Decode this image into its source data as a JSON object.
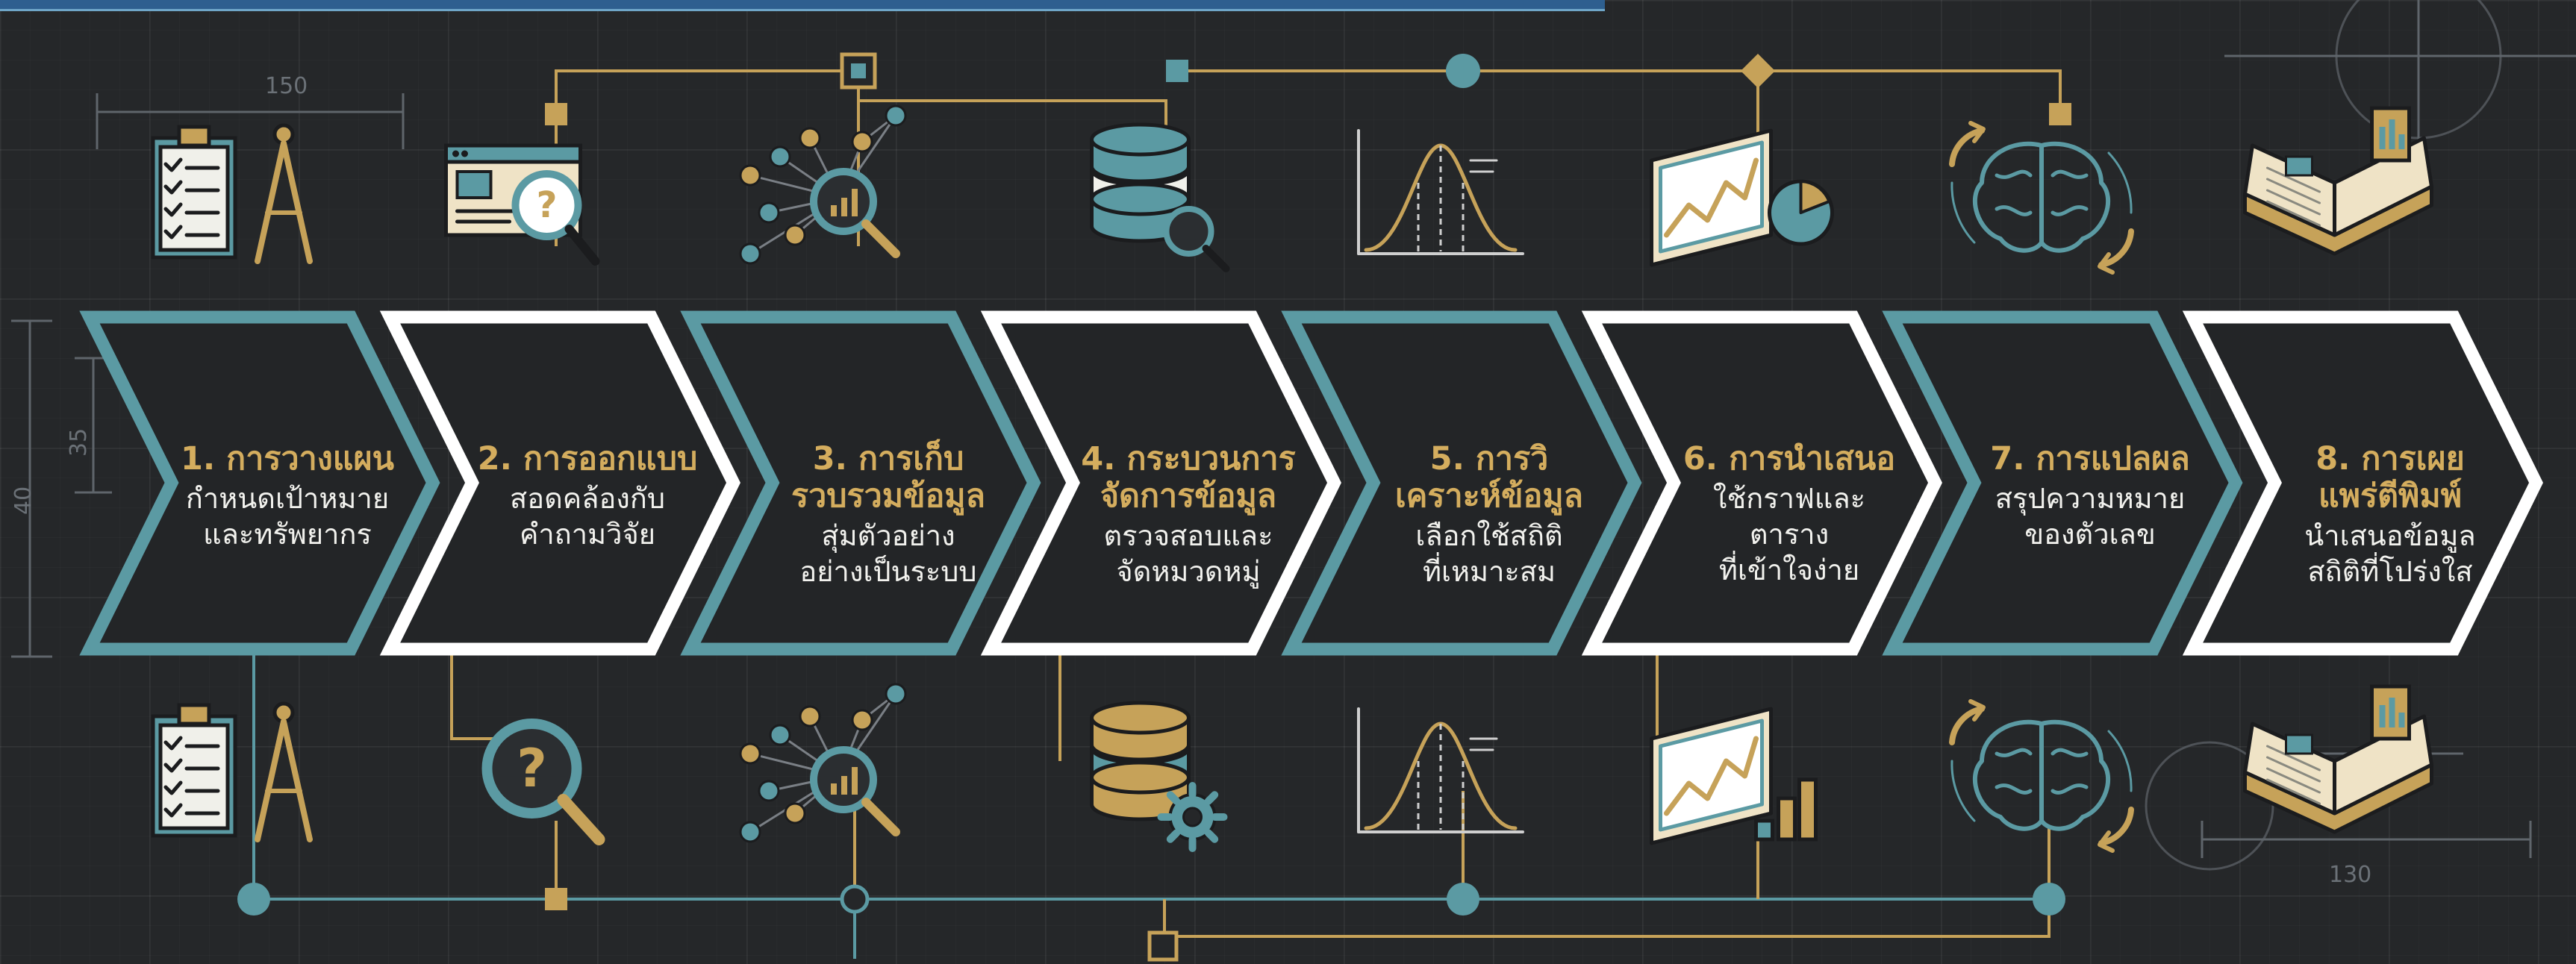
{
  "dimensions": {
    "top_left": "150",
    "left_outer": "40",
    "left_inner": "35",
    "bottom_right": "130"
  },
  "colors": {
    "teal": "#5b9aa3",
    "gold": "#c6a259",
    "white": "#ffffff",
    "cream": "#efe3c6",
    "dark": "#252729"
  },
  "steps": [
    {
      "title": "1. การวางแผน",
      "desc": "กำหนดเป้าหมาย\nและทรัพยากร",
      "outline": "teal",
      "icon_top": "clipboard-compass-icon",
      "icon_bottom": "clipboard-compass-icon"
    },
    {
      "title": "2. การออกแบบ",
      "desc": "สอดคล้องกับ\nคำถามวิจัย",
      "outline": "white",
      "icon_top": "browser-question-icon",
      "icon_bottom": "magnifier-question-icon"
    },
    {
      "title": "3. การเก็บ\nรวบรวมข้อมูล",
      "desc": "สุ่มตัวอย่าง\nอย่างเป็นระบบ",
      "outline": "teal",
      "icon_top": "network-magnifier-icon",
      "icon_bottom": "network-magnifier-icon"
    },
    {
      "title": "4. กระบวนการ\nจัดการข้อมูล",
      "desc": "ตรวจสอบและ\nจัดหมวดหมู่",
      "outline": "white",
      "icon_top": "database-search-icon",
      "icon_bottom": "database-gear-icon"
    },
    {
      "title": "5. การวิ\nเคราะห์ข้อมูล",
      "desc": "เลือกใช้สถิติ\nที่เหมาะสม",
      "outline": "teal",
      "icon_top": "bell-curve-icon",
      "icon_bottom": "bell-curve-icon"
    },
    {
      "title": "6. การนำเสนอ",
      "desc": "ใช้กราฟและ\nตาราง\nที่เข้าใจง่าย",
      "outline": "white",
      "icon_top": "chart-board-pie-icon",
      "icon_bottom": "chart-board-bars-icon"
    },
    {
      "title": "7. การแปลผล",
      "desc": "สรุปความหมาย\nของตัวเลข",
      "outline": "teal",
      "icon_top": "brain-cycle-icon",
      "icon_bottom": "brain-cycle-icon"
    },
    {
      "title": "8. การเผย\nแพร่ตีพิมพ์",
      "desc": "นำเสนอข้อมูล\nสถิติที่โปร่งใส",
      "outline": "white",
      "icon_top": "open-book-chart-icon",
      "icon_bottom": "open-book-chart-icon"
    }
  ]
}
